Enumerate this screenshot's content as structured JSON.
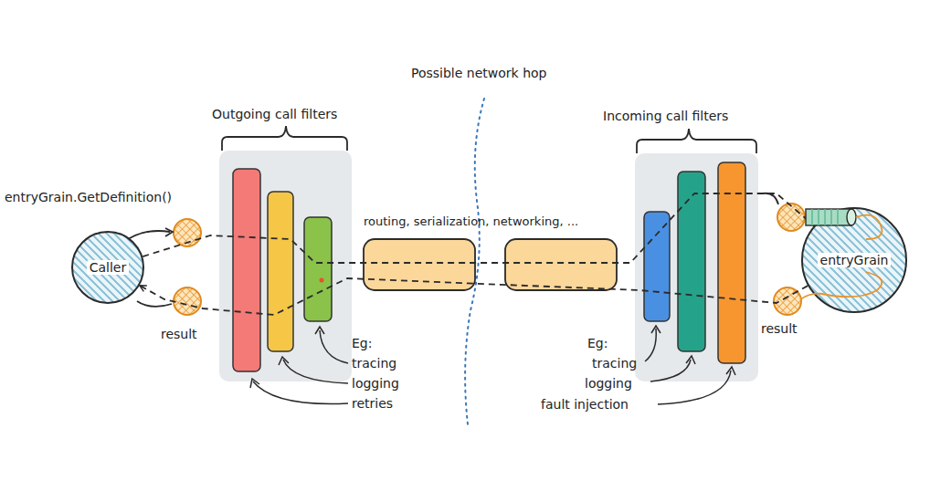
{
  "diagram": {
    "nodes": [
      {
        "text": [
          "Caller"
        ]
      },
      {
        "text": [
          "entryGrain"
        ]
      }
    ],
    "edges": [
      {
        "from": 0,
        "to": 1,
        "arrow": "to"
      },
      {
        "from": 1,
        "to": 0,
        "arrow": "to"
      }
    ],
    "labels": [
      "Possible network hop",
      "Outgoing call filters",
      "Incoming call filters",
      "entryGrain.GetDefinition()",
      "routing, serialization, networking, ...",
      "result",
      "Eg:",
      "tracing",
      "logging",
      "retries",
      "Eg:",
      "tracing",
      "logging",
      "fault injection",
      "result"
    ]
  }
}
